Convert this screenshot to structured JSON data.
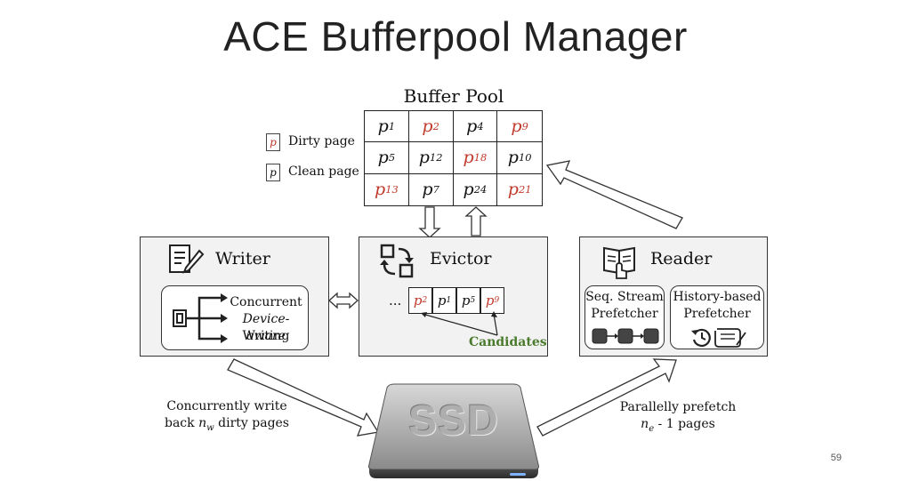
{
  "title": "ACE Bufferpool Manager",
  "buffer_pool": {
    "label": "Buffer Pool",
    "cells": [
      {
        "base": "p",
        "sub": "1",
        "state": "clean"
      },
      {
        "base": "p",
        "sub": "2",
        "state": "dirty"
      },
      {
        "base": "p",
        "sub": "4",
        "state": "clean"
      },
      {
        "base": "p",
        "sub": "9",
        "state": "dirty"
      },
      {
        "base": "p",
        "sub": "5",
        "state": "clean"
      },
      {
        "base": "p",
        "sub": "12",
        "state": "clean"
      },
      {
        "base": "p",
        "sub": "18",
        "state": "dirty"
      },
      {
        "base": "p",
        "sub": "10",
        "state": "clean"
      },
      {
        "base": "p",
        "sub": "13",
        "state": "dirty"
      },
      {
        "base": "p",
        "sub": "7",
        "state": "clean"
      },
      {
        "base": "p",
        "sub": "24",
        "state": "clean"
      },
      {
        "base": "p",
        "sub": "21",
        "state": "dirty"
      }
    ]
  },
  "legend": {
    "dirty_label": "Dirty page",
    "clean_label": "Clean page",
    "glyph": "p"
  },
  "writer": {
    "title": "Writer",
    "line1": "Concurrent",
    "line2": "Device-aware",
    "line3": "Writing"
  },
  "evictor": {
    "title": "Evictor",
    "ellipsis": "...",
    "candidates": [
      {
        "base": "p",
        "sub": "2",
        "state": "dirty"
      },
      {
        "base": "p",
        "sub": "1",
        "state": "clean"
      },
      {
        "base": "p",
        "sub": "5",
        "state": "clean"
      },
      {
        "base": "p",
        "sub": "9",
        "state": "dirty"
      }
    ],
    "candidates_label": "Candidates"
  },
  "reader": {
    "title": "Reader",
    "seq_line1": "Seq. Stream",
    "seq_line2": "Prefetcher",
    "hist_line1": "History-based",
    "hist_line2": "Prefetcher"
  },
  "ssd_label": "SSD",
  "write_caption": {
    "line1": "Concurrently write",
    "line2_pre": "back ",
    "var": "n",
    "var_sub": "w",
    "line2_post": " dirty pages"
  },
  "prefetch_caption": {
    "line1": "Parallelly prefetch",
    "var": "n",
    "var_sub": "e",
    "line2_post": " - 1 pages"
  },
  "page_number": "59",
  "colors": {
    "dirty": "#c0392b",
    "candidates": "#4a7a2c"
  }
}
